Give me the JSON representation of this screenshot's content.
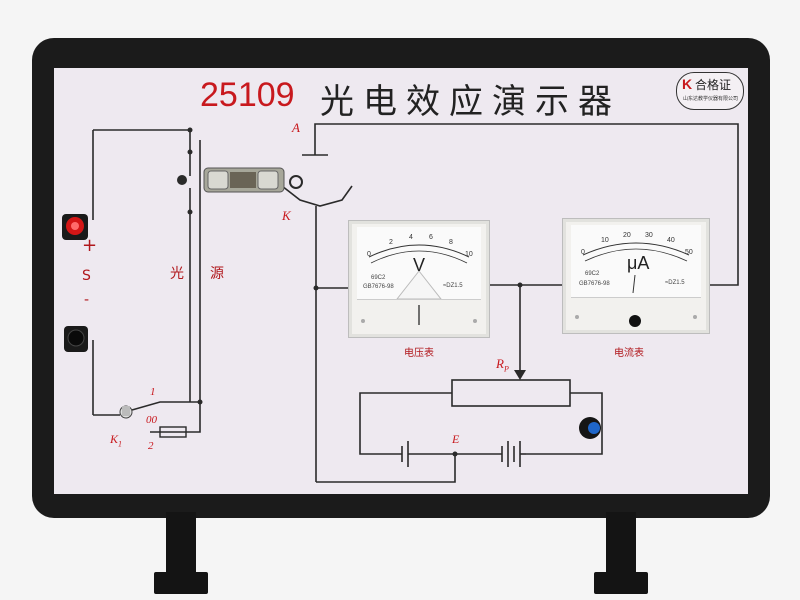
{
  "board": {
    "number": "25109",
    "title": "光电效应演示器",
    "badge": {
      "logo_letter": "K",
      "text": "合格证",
      "subtitle": "山东达教学仪器有限公司"
    }
  },
  "labels": {
    "node_a": "A",
    "node_k": "K",
    "plus": "+",
    "s": "S",
    "minus": "-",
    "light_source": [
      "光",
      "源"
    ],
    "k1": "K",
    "k1_sub": "1",
    "pos1": "1",
    "pos2": "2",
    "pos0": "00",
    "rp": "R",
    "rp_sub": "P",
    "e": "E"
  },
  "voltmeter": {
    "caption": "电压表",
    "unit": "V",
    "scale": [
      "0",
      "2",
      "4",
      "6",
      "8",
      "10"
    ],
    "standard": "GB7676-98",
    "class_mark": "69C2",
    "model": "≈DZ1.5"
  },
  "microammeter": {
    "caption": "电流表",
    "unit": "μA",
    "scale": [
      "0",
      "10",
      "20",
      "30",
      "40",
      "50"
    ],
    "standard": "GB7676-98",
    "class_mark": "69C2",
    "model": "≈DZ1.5"
  },
  "colors": {
    "panel": "#eee9f0",
    "frame": "#1b1b1b",
    "accent_red": "#c8191e",
    "wire": "#2a2a2a"
  }
}
